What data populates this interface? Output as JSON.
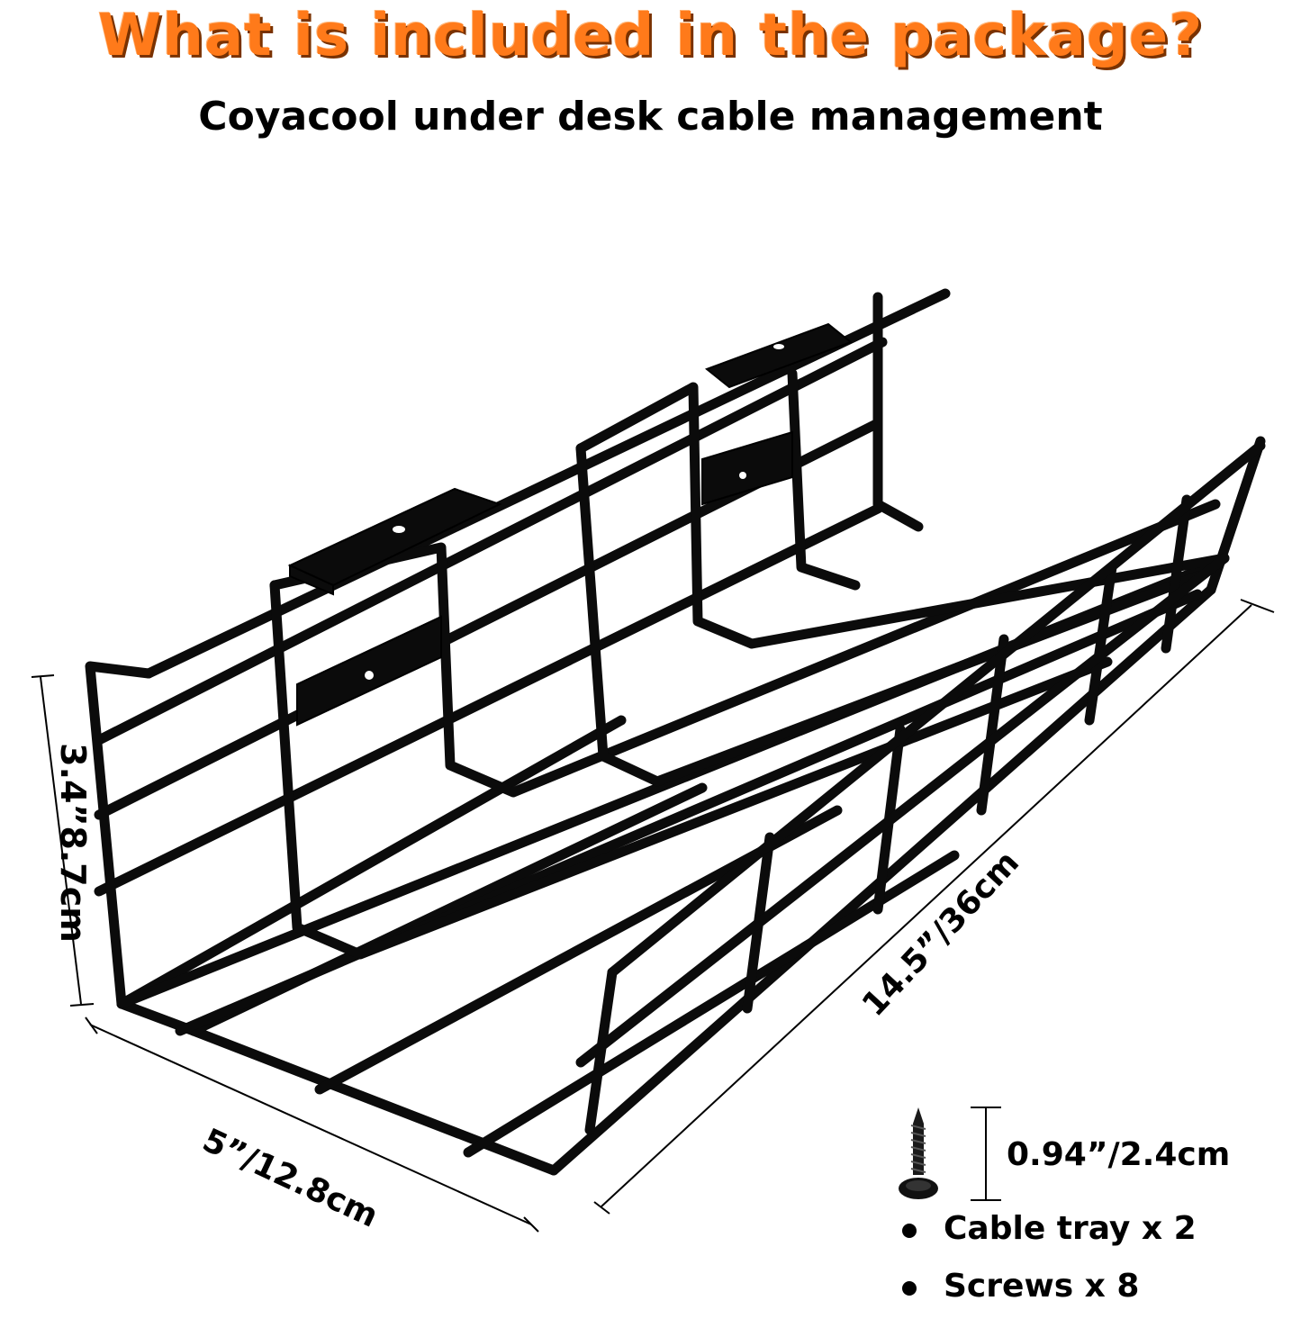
{
  "header": {
    "title": "What is included in the package?",
    "subtitle": "Coyacool under desk cable management"
  },
  "dimensions": {
    "height": "3.4”8.7cm",
    "width": "5”/12.8cm",
    "length": "14.5”/36cm",
    "screw_length": "0.94”/2.4cm"
  },
  "package_contents": [
    {
      "label": "Cable tray x 2"
    },
    {
      "label": "Screws x 8"
    }
  ],
  "colors": {
    "title_orange": "#ff7a1a",
    "wire_black": "#0b0b0b",
    "background": "#ffffff"
  },
  "icons": {
    "product": "wire-cable-tray",
    "screw": "screw-icon"
  }
}
